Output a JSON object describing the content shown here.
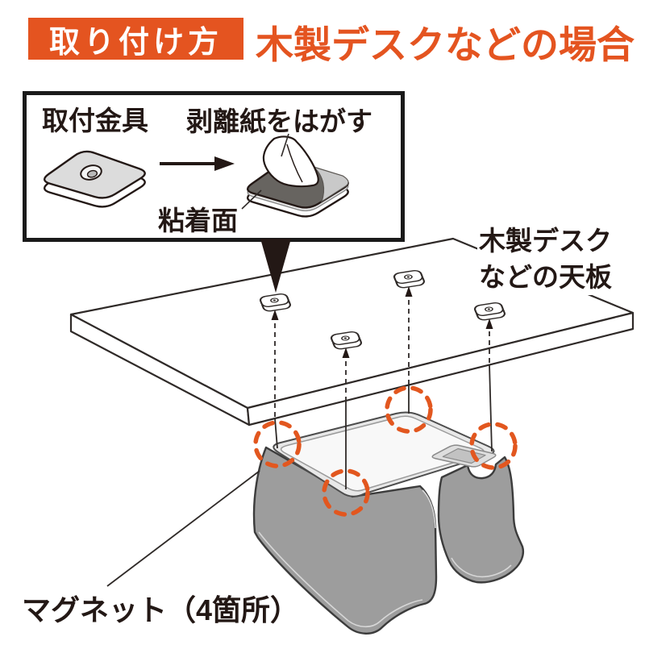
{
  "header": {
    "badge": "取り付け方",
    "title": "木製デスクなどの場合",
    "accent_color": "#e45420"
  },
  "inset": {
    "bracket_label": "取付金具",
    "peel_label": "剥離紙をはがす",
    "adhesive_label": "粘着面"
  },
  "desk": {
    "label_line1": "木製デスク",
    "label_line2": "などの天板"
  },
  "magnets": {
    "label": "マグネット（4箇所）",
    "count": 4,
    "marker_color": "#e2571f"
  },
  "colors": {
    "accent_orange": "#e45420",
    "marker_orange": "#e2571f",
    "fabric_gray": "#9d9d9d",
    "adhesive_dark": "#676460",
    "line_dark": "#2f2a28"
  }
}
